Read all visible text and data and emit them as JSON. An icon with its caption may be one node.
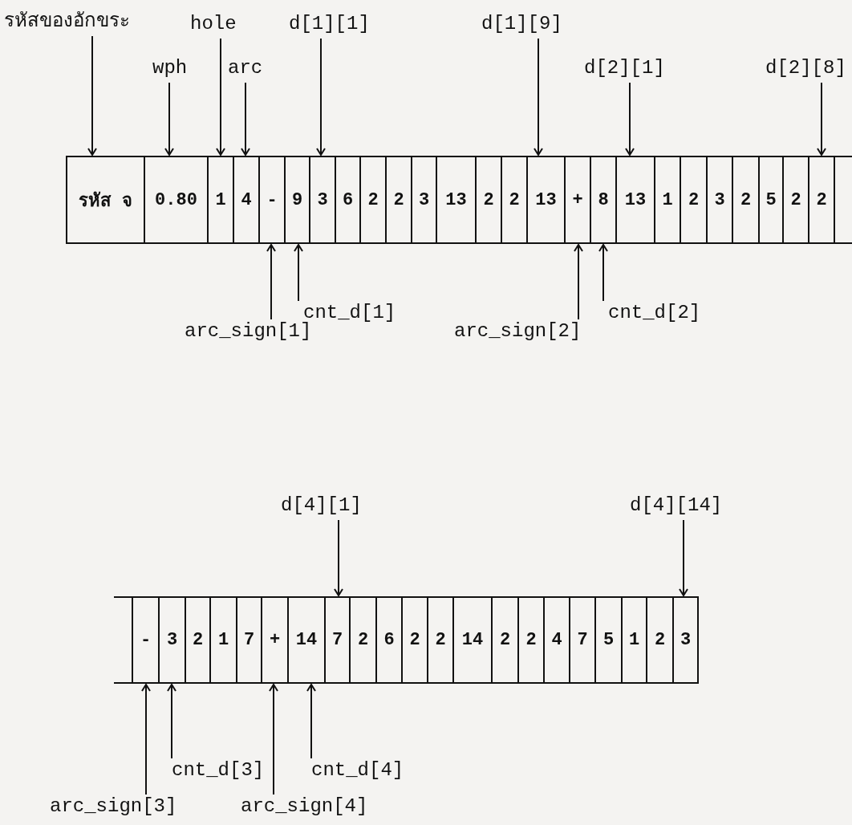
{
  "diagram": {
    "nodes": [
      {
        "text": [
          "รหัสของอักขระ"
        ]
      },
      {
        "text": [
          "hole"
        ]
      },
      {
        "text": [
          "d[1][1]"
        ]
      },
      {
        "text": [
          "d[1][9]"
        ]
      },
      {
        "text": [
          "wph"
        ]
      },
      {
        "text": [
          "arc"
        ]
      },
      {
        "text": [
          "d[2][1]"
        ]
      },
      {
        "text": [
          "d[2][8]"
        ]
      },
      {
        "text": [
          "รหัส จ"
        ]
      },
      {
        "text": [
          "0.80"
        ]
      },
      {
        "text": [
          "1"
        ]
      },
      {
        "text": [
          "4"
        ]
      },
      {
        "text": [
          "-"
        ]
      },
      {
        "text": [
          "9"
        ]
      },
      {
        "text": [
          "3"
        ]
      },
      {
        "text": [
          "6"
        ]
      },
      {
        "text": [
          "2"
        ]
      },
      {
        "text": [
          "2"
        ]
      },
      {
        "text": [
          "3"
        ]
      },
      {
        "text": [
          "13"
        ]
      },
      {
        "text": [
          "2"
        ]
      },
      {
        "text": [
          "2"
        ]
      },
      {
        "text": [
          "13"
        ]
      },
      {
        "text": [
          "+"
        ]
      },
      {
        "text": [
          "8"
        ]
      },
      {
        "text": [
          "13"
        ]
      },
      {
        "text": [
          "1"
        ]
      },
      {
        "text": [
          "2"
        ]
      },
      {
        "text": [
          "3"
        ]
      },
      {
        "text": [
          "2"
        ]
      },
      {
        "text": [
          "5"
        ]
      },
      {
        "text": [
          "2"
        ]
      },
      {
        "text": [
          "2"
        ]
      },
      {
        "text": [
          "cnt_d[1]"
        ]
      },
      {
        "text": [
          "cnt_d[2]"
        ]
      },
      {
        "text": [
          "arc_sign[1]"
        ]
      },
      {
        "text": [
          "arc_sign[2]"
        ]
      },
      {
        "text": [
          "d[4][1]"
        ]
      },
      {
        "text": [
          "d[4][14]"
        ]
      },
      {
        "text": [
          "-"
        ]
      },
      {
        "text": [
          "3"
        ]
      },
      {
        "text": [
          "2"
        ]
      },
      {
        "text": [
          "1"
        ]
      },
      {
        "text": [
          "7"
        ]
      },
      {
        "text": [
          "+"
        ]
      },
      {
        "text": [
          "14"
        ]
      },
      {
        "text": [
          "7"
        ]
      },
      {
        "text": [
          "2"
        ]
      },
      {
        "text": [
          "6"
        ]
      },
      {
        "text": [
          "2"
        ]
      },
      {
        "text": [
          "2"
        ]
      },
      {
        "text": [
          "14"
        ]
      },
      {
        "text": [
          "2"
        ]
      },
      {
        "text": [
          "2"
        ]
      },
      {
        "text": [
          "4"
        ]
      },
      {
        "text": [
          "7"
        ]
      },
      {
        "text": [
          "5"
        ]
      },
      {
        "text": [
          "1"
        ]
      },
      {
        "text": [
          "2"
        ]
      },
      {
        "text": [
          "3"
        ]
      },
      {
        "text": [
          "cnt_d[3]"
        ]
      },
      {
        "text": [
          "cnt_d[4]"
        ]
      },
      {
        "text": [
          "arc_sign[3]"
        ]
      },
      {
        "text": [
          "arc_sign[4]"
        ]
      }
    ],
    "edges": [
      {
        "from": 0,
        "to": 8,
        "arrow": "to"
      },
      {
        "from": 1,
        "to": 10,
        "arrow": "to"
      },
      {
        "from": 2,
        "to": 14,
        "arrow": "to"
      },
      {
        "from": 3,
        "to": 22,
        "arrow": "to"
      },
      {
        "from": 4,
        "to": 9,
        "arrow": "to"
      },
      {
        "from": 5,
        "to": 11,
        "arrow": "to"
      },
      {
        "from": 6,
        "to": 25,
        "arrow": "to"
      },
      {
        "from": 7,
        "to": 32,
        "arrow": "to"
      },
      {
        "from": 33,
        "to": 13,
        "arrow": "to"
      },
      {
        "from": 34,
        "to": 24,
        "arrow": "to"
      },
      {
        "from": 35,
        "to": 12,
        "arrow": "to"
      },
      {
        "from": 36,
        "to": 23,
        "arrow": "to"
      },
      {
        "from": 37,
        "to": 46,
        "arrow": "to"
      },
      {
        "from": 38,
        "to": 59,
        "arrow": "to"
      },
      {
        "from": 60,
        "to": 40,
        "arrow": "to"
      },
      {
        "from": 61,
        "to": 45,
        "arrow": "to"
      },
      {
        "from": 62,
        "to": 39,
        "arrow": "to"
      },
      {
        "from": 63,
        "to": 44,
        "arrow": "to"
      }
    ]
  }
}
